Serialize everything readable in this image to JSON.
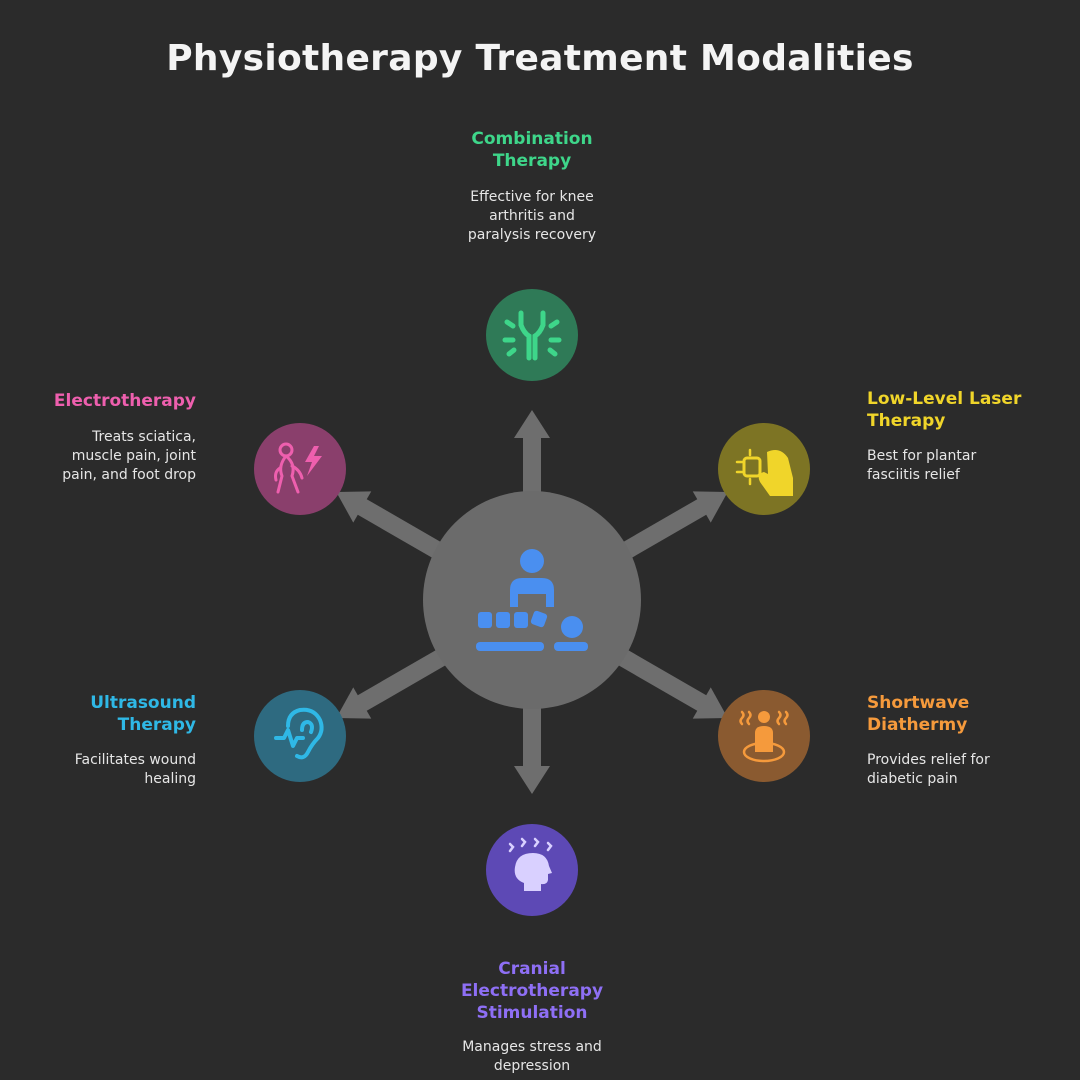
{
  "title": "Physiotherapy Treatment Modalities",
  "hub": {
    "icon": "physiotherapist-treating-patient-icon",
    "color": "#4a8ff0"
  },
  "nodes": {
    "combination": {
      "label": "Combination\nTherapy",
      "desc": "Effective for knee\narthritis and\nparalysis recovery",
      "color": "#3ed68a",
      "icon": "knee-joint-icon"
    },
    "laser": {
      "label": "Low-Level Laser\nTherapy",
      "desc": "Best for plantar\nfasciitis relief",
      "color": "#f0d52a",
      "icon": "laser-hand-icon"
    },
    "shortwave": {
      "label": "Shortwave\nDiathermy",
      "desc": "Provides relief for\ndiabetic pain",
      "color": "#f59a3c",
      "icon": "heat-person-icon"
    },
    "cranial": {
      "label": "Cranial\nElectrotherapy\nStimulation",
      "desc": "Manages stress and\ndepression",
      "color": "#8e6ff5",
      "icon": "head-stimulation-icon"
    },
    "ultrasound": {
      "label": "Ultrasound\nTherapy",
      "desc": "Facilitates wound\nhealing",
      "color": "#2fb8e6",
      "icon": "ear-wave-icon"
    },
    "electro": {
      "label": "Electrotherapy",
      "desc": "Treats sciatica,\nmuscle pain, joint\npain, and foot drop",
      "color": "#ee5fae",
      "icon": "body-lightning-icon"
    }
  }
}
